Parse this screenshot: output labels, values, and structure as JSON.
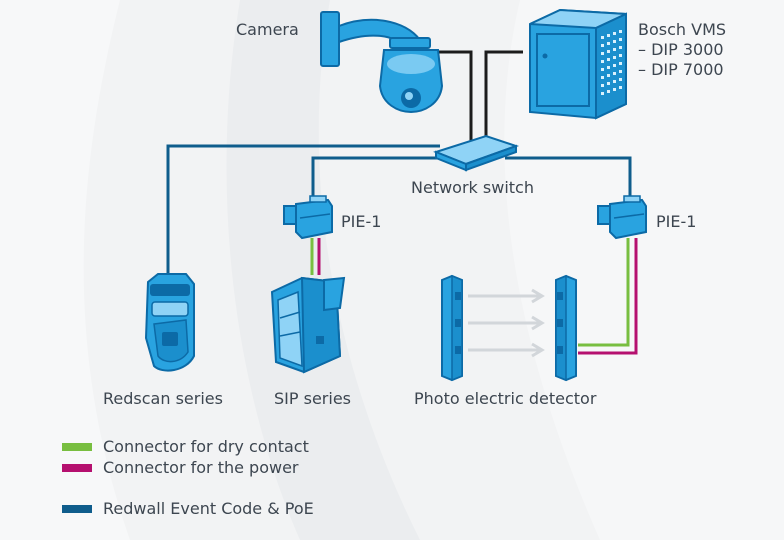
{
  "labels": {
    "camera": "Camera",
    "vms_line1": "Bosch VMS",
    "vms_line2": "– DIP 3000",
    "vms_line3": "– DIP 7000",
    "switch": "Network switch",
    "pie_left": "PIE-1",
    "pie_right": "PIE-1",
    "redscan": "Redscan series",
    "sip": "SIP series",
    "photo": "Photo electric detector"
  },
  "legend": [
    {
      "label": "Connector for dry contact",
      "color": "#78be40"
    },
    {
      "label": "Connector for the power",
      "color": "#b5106f"
    },
    {
      "label": "Redwall Event Code & PoE",
      "color": "#0f5d8c"
    }
  ],
  "colors": {
    "device": "#29a3e0",
    "device_dark": "#0c6aa6",
    "device_light": "#8fd3f6",
    "wire_black": "#1c1c1c",
    "wire_blue": "#0f5d8c",
    "beam": "#d2d6da",
    "background": "#f2f3f4"
  },
  "icons": [
    "camera-icon",
    "server-icon",
    "network-switch-icon",
    "pie-module-icon",
    "redscan-sensor-icon",
    "sip-sensor-icon",
    "photo-beam-transmitter-icon",
    "photo-beam-receiver-icon"
  ]
}
